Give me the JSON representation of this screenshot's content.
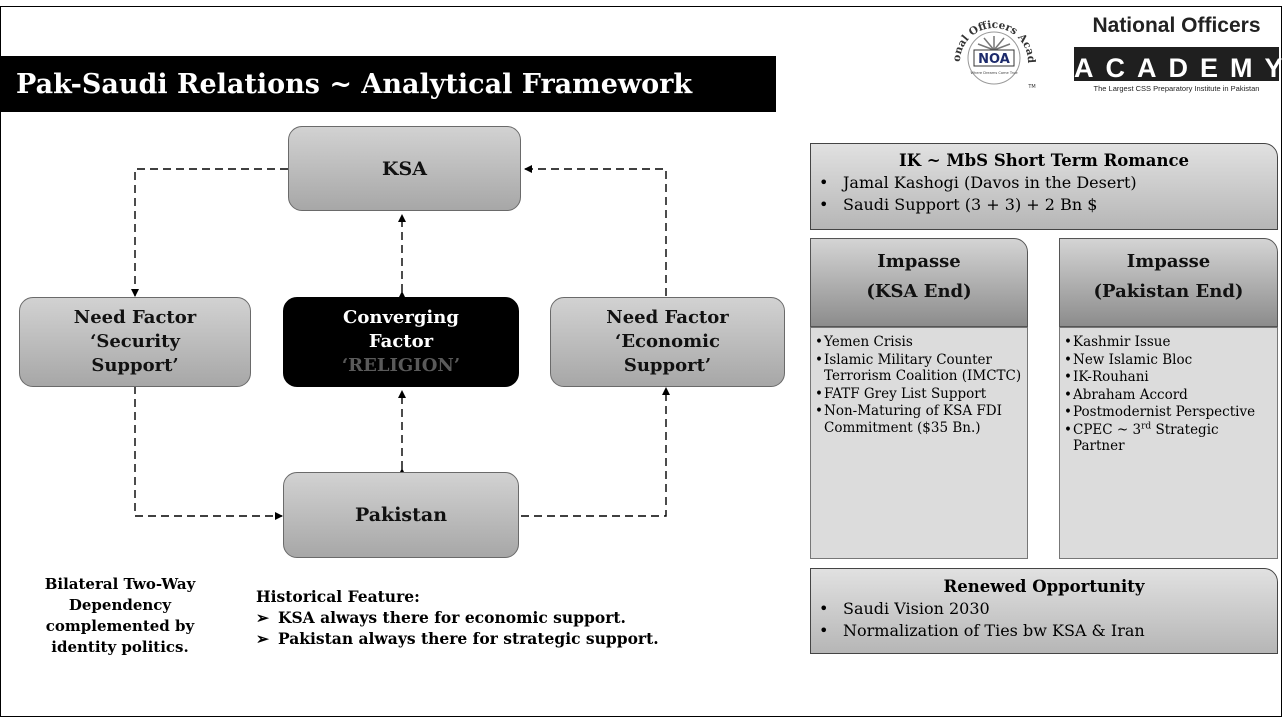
{
  "title": "Pak-Saudi Relations ~ Analytical Framework",
  "logo": {
    "seal_ring_text": "National Officers Academy",
    "seal_mark": "NOA",
    "seal_motto": "Where Dreams Come True",
    "trademark": "TM",
    "brand_top": "National Officers",
    "brand_main": "ACADEMY",
    "brand_registered": "®",
    "brand_tagline": "The Largest CSS Preparatory Institute in Pakistan"
  },
  "diagram": {
    "ksa": "KSA",
    "pakistan": "Pakistan",
    "need_security": [
      "Need Factor",
      "‘Security",
      "Support’"
    ],
    "converging": [
      "Converging",
      "Factor",
      "‘RELIGION’"
    ],
    "need_economic": [
      "Need Factor",
      "‘Economic",
      "Support’"
    ]
  },
  "bilateral_note": [
    "Bilateral Two-Way",
    "Dependency",
    "complemented by",
    "identity politics."
  ],
  "historical": {
    "heading": "Historical Feature:",
    "bullet_glyph": "➢",
    "items": [
      "KSA always there for economic support.",
      "Pakistan always there for strategic support."
    ]
  },
  "romance": {
    "heading": "IK ~ MbS Short Term Romance",
    "bullet_glyph": "•",
    "items": [
      "Jamal Kashogi (Davos in the Desert)",
      "Saudi Support (3 + 3) + 2 Bn $"
    ]
  },
  "impasse_ksa": {
    "heading": [
      "Impasse",
      "(KSA End)"
    ],
    "bullet_glyph": "•",
    "items": [
      "Yemen Crisis",
      "Islamic Military Counter Terrorism Coalition (IMCTC)",
      "FATF Grey List Support",
      "Non-Maturing of KSA FDI Commitment ($35 Bn.)"
    ]
  },
  "impasse_pak": {
    "heading": [
      "Impasse",
      "(Pakistan End)"
    ],
    "bullet_glyph": "•",
    "items": [
      "Kashmir Issue",
      "New Islamic Bloc",
      "IK-Rouhani",
      "Abraham Accord",
      "Postmodernist Perspective"
    ],
    "cpec": {
      "before": "CPEC ~ 3",
      "sup": "rd",
      "after": " Strategic Partner"
    }
  },
  "renewed": {
    "heading": "Renewed Opportunity",
    "bullet_glyph": "•",
    "items": [
      "Saudi Vision 2030",
      "Normalization of Ties bw KSA & Iran"
    ]
  }
}
